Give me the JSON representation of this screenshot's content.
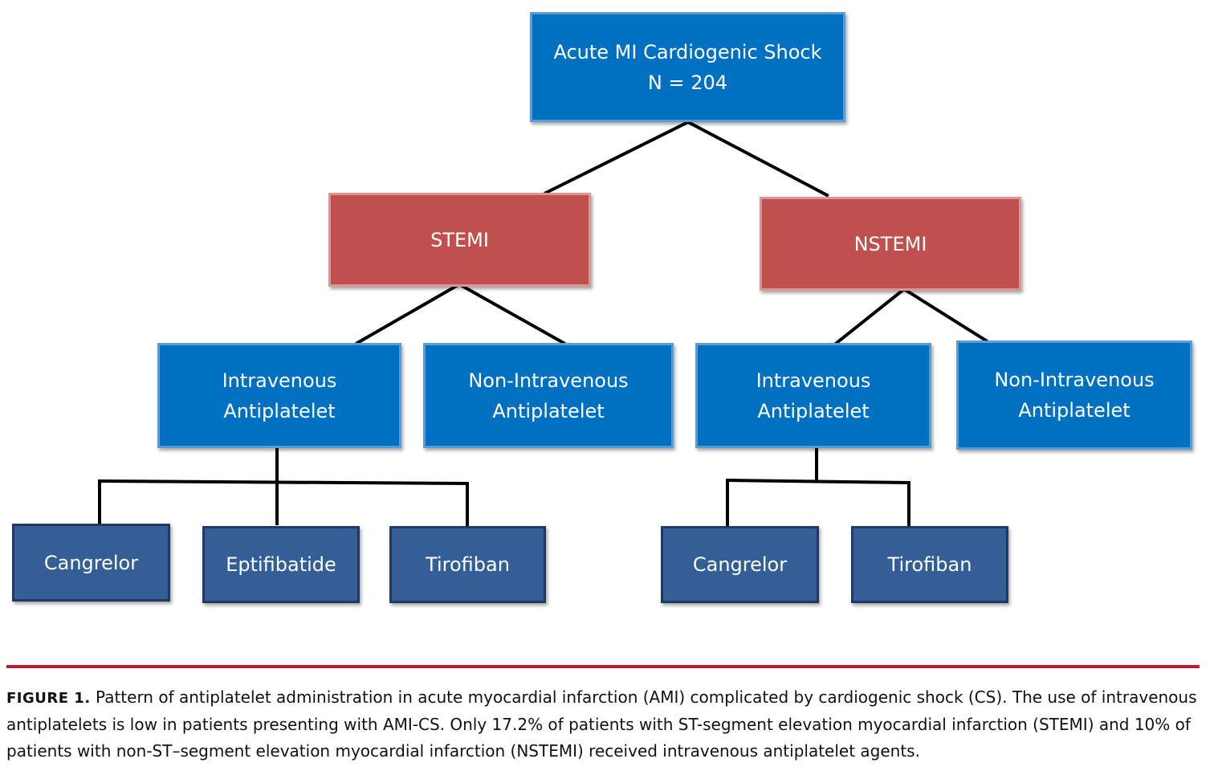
{
  "diagram": {
    "root": {
      "line1": "Acute MI Cardiogenic Shock",
      "line2": "N = 204"
    },
    "stemi": {
      "label": "STEMI",
      "iv": {
        "line1": "Intravenous",
        "line2": "Antiplatelet"
      },
      "noniv": {
        "line1": "Non-Intravenous",
        "line2": "Antiplatelet"
      },
      "agents": [
        "Cangrelor",
        "Eptifibatide",
        "Tirofiban"
      ]
    },
    "nstemi": {
      "label": "NSTEMI",
      "iv": {
        "line1": "Intravenous",
        "line2": "Antiplatelet"
      },
      "noniv": {
        "line1": "Non-Intravenous",
        "line2": "Antiplatelet"
      },
      "agents": [
        "Cangrelor",
        "Tirofiban"
      ]
    },
    "colors": {
      "box_blue": "#0070c1",
      "box_red": "#c0504d",
      "box_navy": "#335f96",
      "connector": "#000000",
      "rule": "#b22134"
    }
  },
  "caption": {
    "label": "FIGURE 1.",
    "text": "Pattern of antiplatelet administration in acute myocardial infarction (AMI) complicated by cardiogenic shock (CS). The use of intravenous antiplatelets is low in patients presenting with AMI-CS. Only 17.2% of patients with ST-segment elevation myocardial infarction (STEMI) and 10% of patients with non-ST–segment elevation myocardial infarction (NSTEMI) received intravenous antiplatelet agents."
  }
}
